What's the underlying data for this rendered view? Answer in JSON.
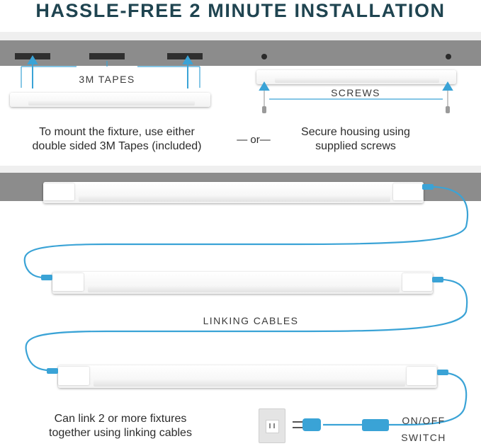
{
  "title": "HASSLE-FREE 2 MINUTE INSTALLATION",
  "mount_tape": {
    "label": "3M TAPES",
    "caption_line1": "To mount the fixture, use either",
    "caption_line2": "double sided 3M Tapes (included)"
  },
  "separator": "— or—",
  "mount_screws": {
    "label": "SCREWS",
    "caption_line1": "Secure housing using",
    "caption_line2": "supplied screws"
  },
  "linking": {
    "label": "LINKING CABLES",
    "caption_line1": "Can link 2 or more fixtures",
    "caption_line2": "together using linking cables"
  },
  "switch": {
    "label_line1": "ON/OFF",
    "label_line2": "SWITCH"
  },
  "colors": {
    "title": "#1f4450",
    "cable": "#3aa3d6",
    "ceiling": "#8c8c8c"
  }
}
